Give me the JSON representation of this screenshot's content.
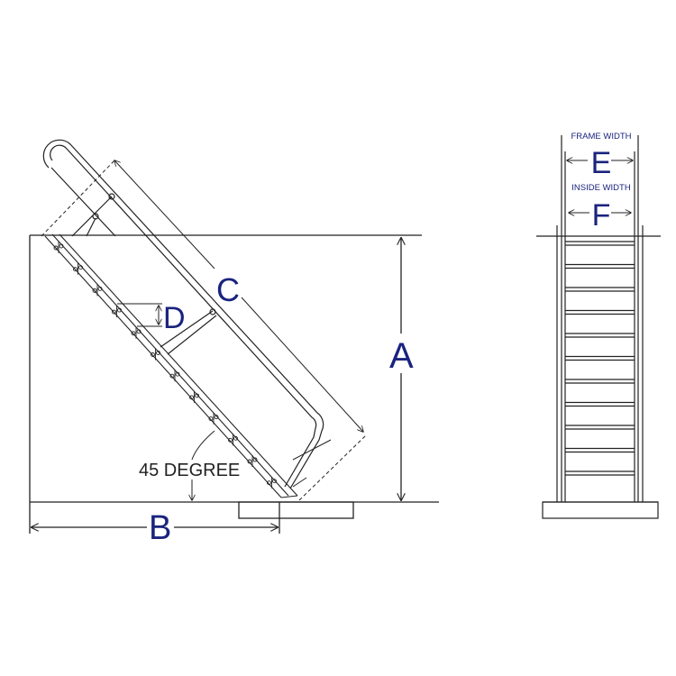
{
  "side_view": {
    "dim_a": "A",
    "dim_b": "B",
    "dim_c": "C",
    "dim_d": "D",
    "angle_note": "45 DEGREE"
  },
  "front_view": {
    "frame_width_label": "FRAME WIDTH",
    "dim_e": "E",
    "inside_width_label": "INSIDE WIDTH",
    "dim_f": "F"
  },
  "colors": {
    "label": "#1a237e",
    "line": "#222222"
  }
}
